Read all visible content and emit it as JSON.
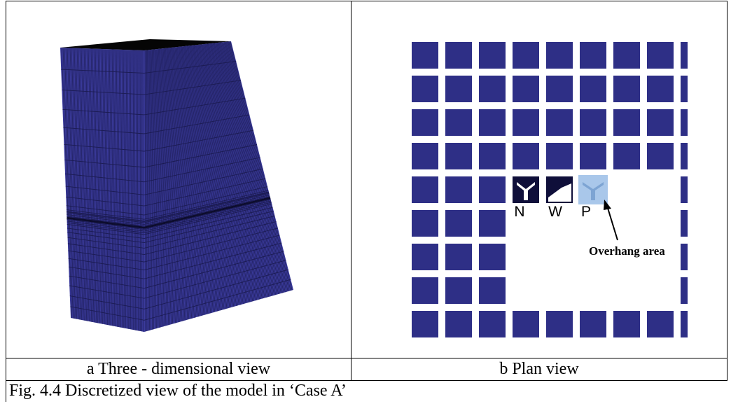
{
  "figure": {
    "caption": "Fig. 4.4 Discretized view of the model in ‘Case A’",
    "panel_a": {
      "caption": "a Three - dimensional view"
    },
    "panel_b": {
      "caption": "b Plan view",
      "labels": {
        "n": "N",
        "w": "W",
        "p": "P"
      },
      "annotation": "Overhang area"
    }
  },
  "colors": {
    "mesh_face": "#3a3a9a",
    "mesh_line": "#1b1b52",
    "mesh_top": "#050505",
    "block": "#2e2f86",
    "overhang": "#a9c7ea"
  }
}
